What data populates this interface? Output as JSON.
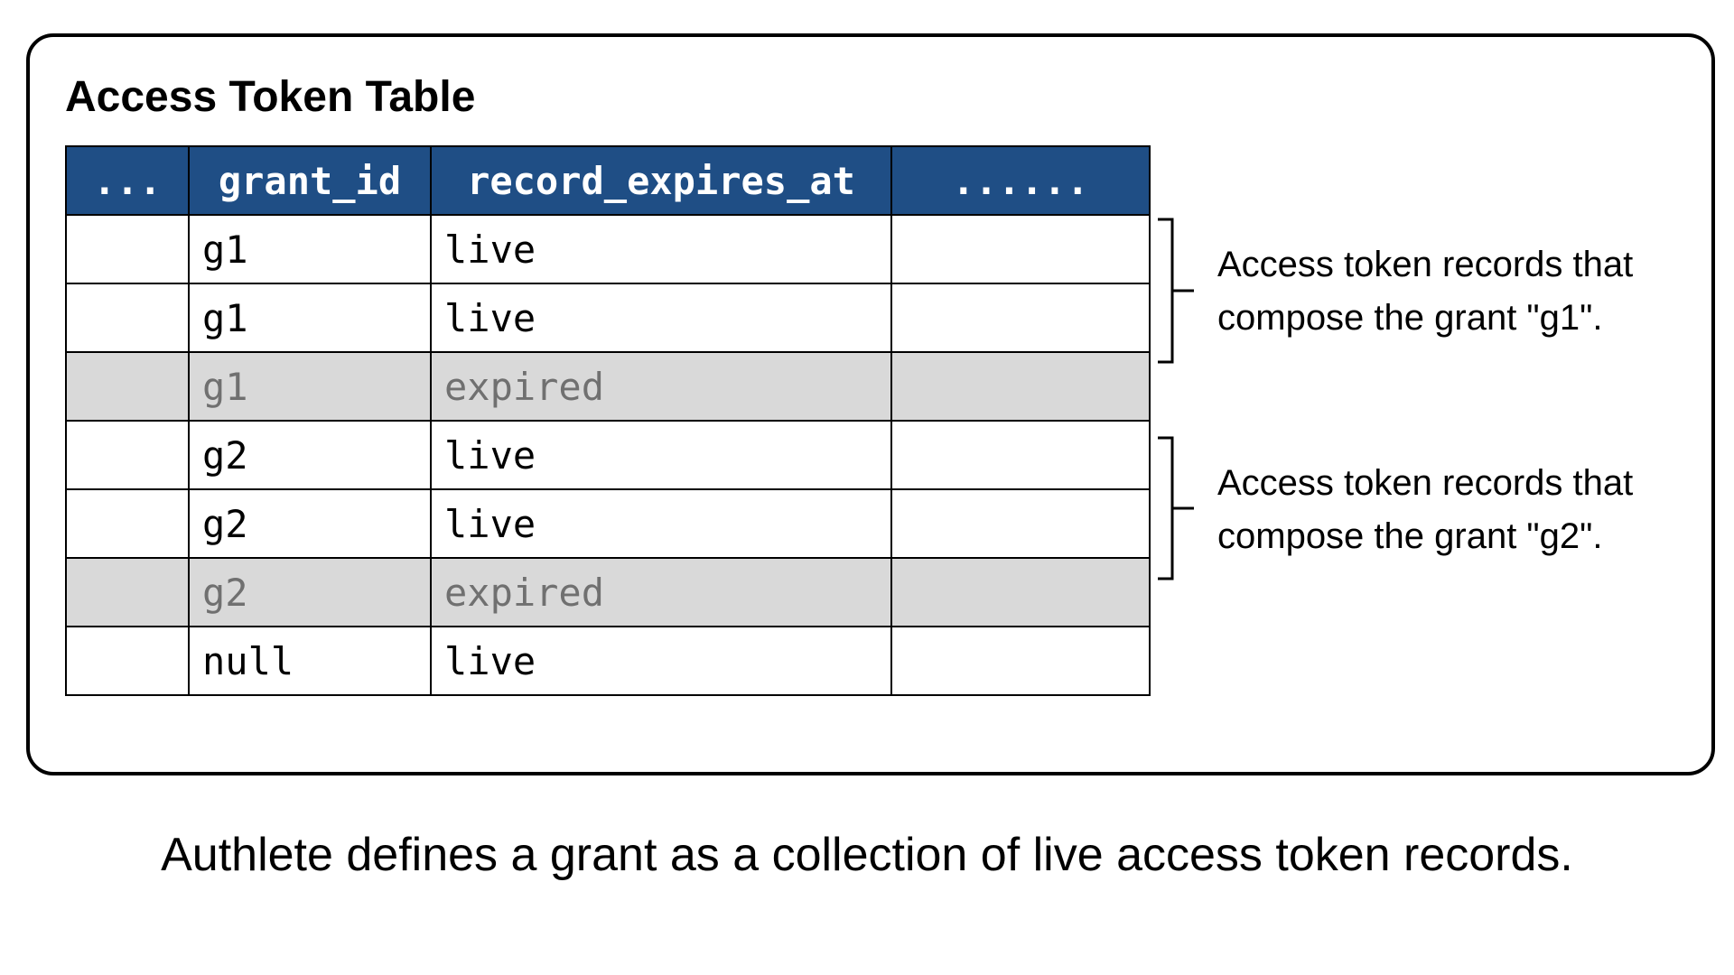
{
  "table": {
    "title": "Access Token Table",
    "columns": [
      "...",
      "grant_id",
      "record_expires_at",
      "......"
    ],
    "rows": [
      {
        "col0": "",
        "grant_id": "g1",
        "record_expires_at": "live",
        "col3": "",
        "state": "live"
      },
      {
        "col0": "",
        "grant_id": "g1",
        "record_expires_at": "live",
        "col3": "",
        "state": "live"
      },
      {
        "col0": "",
        "grant_id": "g1",
        "record_expires_at": "expired",
        "col3": "",
        "state": "expired"
      },
      {
        "col0": "",
        "grant_id": "g2",
        "record_expires_at": "live",
        "col3": "",
        "state": "live"
      },
      {
        "col0": "",
        "grant_id": "g2",
        "record_expires_at": "live",
        "col3": "",
        "state": "live"
      },
      {
        "col0": "",
        "grant_id": "g2",
        "record_expires_at": "expired",
        "col3": "",
        "state": "expired"
      },
      {
        "col0": "",
        "grant_id": "null",
        "record_expires_at": "live",
        "col3": "",
        "state": "live"
      }
    ]
  },
  "annotations": [
    {
      "line1": "Access token records that",
      "line2": "compose the grant \"g1\"."
    },
    {
      "line1": "Access token records that",
      "line2": "compose the grant \"g2\"."
    }
  ],
  "caption": "Authlete defines a grant as a collection of live access token records.",
  "colors": {
    "header_background": "#1f4e85",
    "header_text": "#ffffff",
    "expired_row_background": "#d9d9d9",
    "expired_row_text": "#707070",
    "border": "#000000"
  }
}
